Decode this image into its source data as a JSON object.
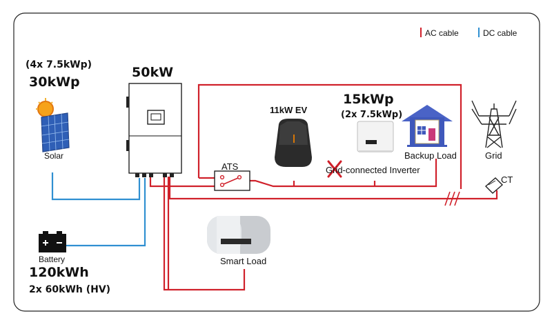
{
  "legend": {
    "ac_label": "AC cable",
    "dc_label": "DC cable",
    "ac_color": "#d0202a",
    "dc_color": "#2f8fd1"
  },
  "solar": {
    "config": "(4x 7.5kWp)",
    "capacity": "30kWp",
    "label": "Solar",
    "icon": "solar-panel-icon"
  },
  "inverter": {
    "capacity": "50kW",
    "icon": "hybrid-inverter-icon"
  },
  "ats": {
    "label": "ATS"
  },
  "ev": {
    "label": "11kW EV",
    "icon": "ev-charger-icon"
  },
  "grid_inverter": {
    "capacity": "15kWp",
    "config": "(2x 7.5kWp)",
    "label": "Grid-connected Inverter",
    "icon": "pv-inverter-icon",
    "crossed": true
  },
  "backup_load": {
    "label": "Backup Load",
    "icon": "house-icon"
  },
  "grid": {
    "label": "Grid",
    "icon": "transmission-tower-icon"
  },
  "ct": {
    "label": "CT",
    "icon": "ct-clamp-icon"
  },
  "battery": {
    "label": "Battery",
    "capacity": "120kWh",
    "config": "2x 60kWh (HV)",
    "icon": "battery-icon"
  },
  "smart_load": {
    "label": "Smart Load",
    "icon": "water-heater-icon"
  }
}
